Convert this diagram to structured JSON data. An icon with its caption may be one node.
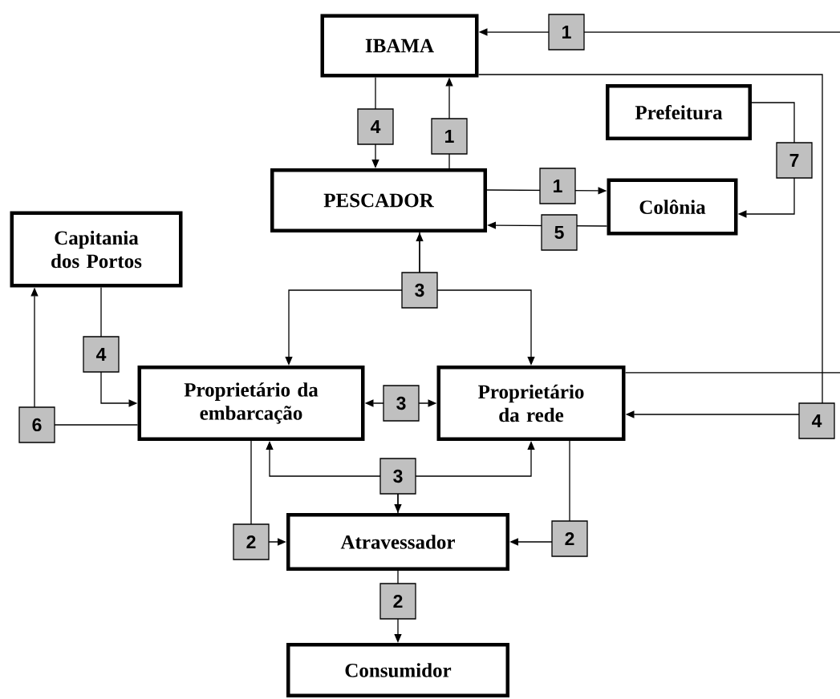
{
  "diagram": {
    "nodes": [
      {
        "text": [
          "IBAMA"
        ]
      },
      {
        "text": [
          "Prefeitura"
        ]
      },
      {
        "text": [
          "PESCADOR"
        ]
      },
      {
        "text": [
          "Colônia"
        ]
      },
      {
        "text": [
          "Capitania dos Portos"
        ]
      },
      {
        "text": [
          "Proprietário da embarcação"
        ]
      },
      {
        "text": [
          "Proprietário da rede"
        ]
      },
      {
        "text": [
          "Atravessador"
        ]
      },
      {
        "text": [
          "Consumidor"
        ]
      }
    ],
    "edges": [
      {
        "from": null,
        "to": 0,
        "arrow": "to",
        "label": "1"
      },
      {
        "from": 0,
        "to": 2,
        "arrow": "to",
        "label": "4"
      },
      {
        "from": 2,
        "to": 0,
        "arrow": "to",
        "label": "1"
      },
      {
        "from": 2,
        "to": 3,
        "arrow": "to",
        "label": "1"
      },
      {
        "from": 3,
        "to": 2,
        "arrow": "to",
        "label": "5"
      },
      {
        "from": 1,
        "to": 3,
        "arrow": "to",
        "label": "7"
      },
      {
        "from": 4,
        "to": 5,
        "arrow": "to",
        "label": "4"
      },
      {
        "from": 5,
        "to": 4,
        "arrow": "to",
        "label": "6"
      },
      {
        "from": 2,
        "to": 5,
        "arrow": "both",
        "label": "3"
      },
      {
        "from": 2,
        "to": 6,
        "arrow": "to"
      },
      {
        "from": 5,
        "to": 6,
        "arrow": "both",
        "label": "3"
      },
      {
        "from": 0,
        "to": 6,
        "arrow": "to",
        "label": "4"
      },
      {
        "from": 6,
        "to": null,
        "arrow": "none"
      },
      {
        "from": 7,
        "to": 5,
        "arrow": "both",
        "label": "3"
      },
      {
        "from": 7,
        "to": 6,
        "arrow": "to"
      },
      {
        "from": 5,
        "to": 7,
        "arrow": "to",
        "label": "2"
      },
      {
        "from": 6,
        "to": 7,
        "arrow": "to",
        "label": "2"
      },
      {
        "from": 7,
        "to": 8,
        "arrow": "to",
        "label": "2"
      }
    ]
  }
}
